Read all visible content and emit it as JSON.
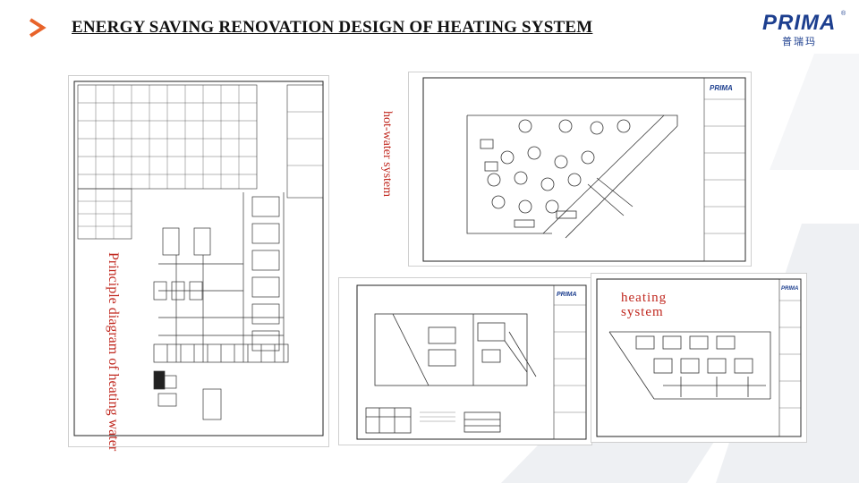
{
  "header": {
    "title": "ENERGY SAVING RENOVATION DESIGN OF HEATING SYSTEM",
    "arrow_icon": "chevron-right-icon",
    "accent_color": "#e8632a"
  },
  "logo": {
    "brand": "PRIMA",
    "subtitle": "普瑞玛",
    "registered": "®",
    "color": "#1d3f8f"
  },
  "labels": {
    "principle": "Principle diagram of heating water",
    "hot_water": "hot-water system",
    "heating": "heating system",
    "color": "#c0271e"
  },
  "drawing_stamps": {
    "brand": "PRIMA"
  }
}
